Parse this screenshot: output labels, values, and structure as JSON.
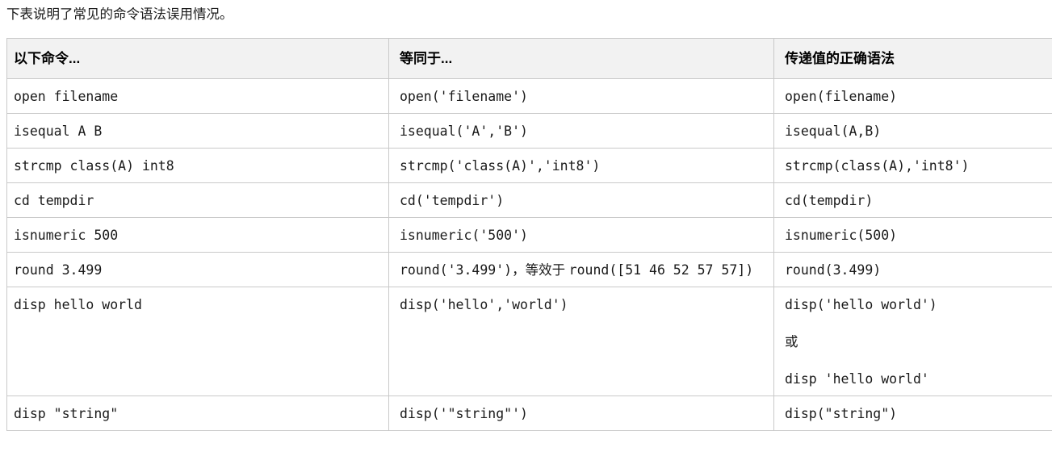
{
  "intro_text": "下表说明了常见的命令语法误用情况。",
  "table": {
    "headers": [
      "以下命令...",
      "等同于...",
      "传递值的正确语法"
    ],
    "rows": [
      {
        "command": [
          [
            {
              "type": "code",
              "text": "open filename"
            }
          ]
        ],
        "equivalent": [
          [
            {
              "type": "code",
              "text": "open('filename')"
            }
          ]
        ],
        "correct": [
          [
            {
              "type": "code",
              "text": "open(filename)"
            }
          ]
        ]
      },
      {
        "command": [
          [
            {
              "type": "code",
              "text": "isequal A B"
            }
          ]
        ],
        "equivalent": [
          [
            {
              "type": "code",
              "text": "isequal('A','B')"
            }
          ]
        ],
        "correct": [
          [
            {
              "type": "code",
              "text": "isequal(A,B)"
            }
          ]
        ]
      },
      {
        "command": [
          [
            {
              "type": "code",
              "text": "strcmp class(A) int8"
            }
          ]
        ],
        "equivalent": [
          [
            {
              "type": "code",
              "text": "strcmp('class(A)','int8')"
            }
          ]
        ],
        "correct": [
          [
            {
              "type": "code",
              "text": "strcmp(class(A),'int8')"
            }
          ]
        ]
      },
      {
        "command": [
          [
            {
              "type": "code",
              "text": "cd tempdir"
            }
          ]
        ],
        "equivalent": [
          [
            {
              "type": "code",
              "text": "cd('tempdir')"
            }
          ]
        ],
        "correct": [
          [
            {
              "type": "code",
              "text": "cd(tempdir)"
            }
          ]
        ]
      },
      {
        "command": [
          [
            {
              "type": "code",
              "text": "isnumeric 500"
            }
          ]
        ],
        "equivalent": [
          [
            {
              "type": "code",
              "text": "isnumeric('500')"
            }
          ]
        ],
        "correct": [
          [
            {
              "type": "code",
              "text": "isnumeric(500)"
            }
          ]
        ]
      },
      {
        "command": [
          [
            {
              "type": "code",
              "text": "round 3.499"
            }
          ]
        ],
        "equivalent": [
          [
            {
              "type": "code",
              "text": "round('3.499')"
            },
            {
              "type": "text",
              "text": "，等效于 "
            },
            {
              "type": "code",
              "text": "round([51 46 52 57 57])"
            }
          ]
        ],
        "correct": [
          [
            {
              "type": "code",
              "text": "round(3.499)"
            }
          ]
        ]
      },
      {
        "command": [
          [
            {
              "type": "code",
              "text": "disp hello world"
            }
          ]
        ],
        "equivalent": [
          [
            {
              "type": "code",
              "text": "disp('hello','world')"
            }
          ]
        ],
        "correct": [
          [
            {
              "type": "code",
              "text": "disp('hello world')"
            }
          ],
          [
            {
              "type": "text",
              "text": "或"
            }
          ],
          [
            {
              "type": "code",
              "text": "disp 'hello world'"
            }
          ]
        ]
      },
      {
        "command": [
          [
            {
              "type": "code",
              "text": "disp \"string\""
            }
          ]
        ],
        "equivalent": [
          [
            {
              "type": "code",
              "text": "disp('\"string\"')"
            }
          ]
        ],
        "correct": [
          [
            {
              "type": "code",
              "text": "disp(\"string\")"
            }
          ]
        ]
      }
    ]
  }
}
